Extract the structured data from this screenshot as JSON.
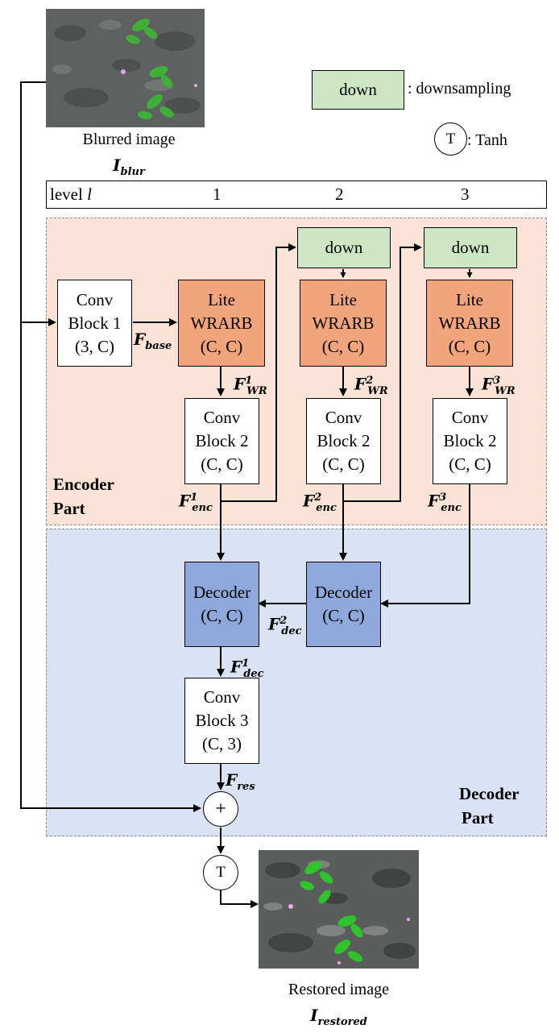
{
  "legend": {
    "down_label": "down",
    "down_desc": ": downsampling",
    "tanh_symbol": "T",
    "tanh_desc": ": Tanh"
  },
  "input_image": {
    "caption": "Blurred image",
    "symbol_main": "I",
    "symbol_sub": "blur"
  },
  "output_image": {
    "caption": "Restored image",
    "symbol_main": "I",
    "symbol_sub": "restored"
  },
  "levels": {
    "label_prefix": "level ",
    "label_var": "l",
    "values": [
      "1",
      "2",
      "3"
    ]
  },
  "encoder": {
    "label_line1": "Encoder",
    "label_line2": "Part",
    "conv1": {
      "line1": "Conv",
      "line2": "Block 1",
      "line3": "(3, C)"
    },
    "wrarb": {
      "line1": "Lite",
      "line2": "WRARB",
      "line3": "(C, C)"
    },
    "conv2": {
      "line1": "Conv",
      "line2": "Block 2",
      "line3": "(C, C)"
    },
    "down": "down"
  },
  "decoder": {
    "label_line1": "Decoder",
    "label_line2": "Part",
    "dec": {
      "line1": "Decoder",
      "line2": "(C, C)"
    },
    "conv3": {
      "line1": "Conv",
      "line2": "Block 3",
      "line3": "(C, 3)"
    }
  },
  "ops": {
    "add": "+",
    "tanh": "T"
  },
  "features": {
    "F": "F",
    "base": "base",
    "WR": "WR",
    "enc": "enc",
    "dec": "dec",
    "res": "res",
    "sup1": "1",
    "sup2": "2",
    "sup3": "3"
  },
  "colors": {
    "encoder_bg": "#fbe4d6",
    "decoder_bg": "#dae3f3",
    "wrarb": "#f2a57c",
    "decoder_block": "#8ea8dc",
    "down_block": "#cbe8c2"
  }
}
